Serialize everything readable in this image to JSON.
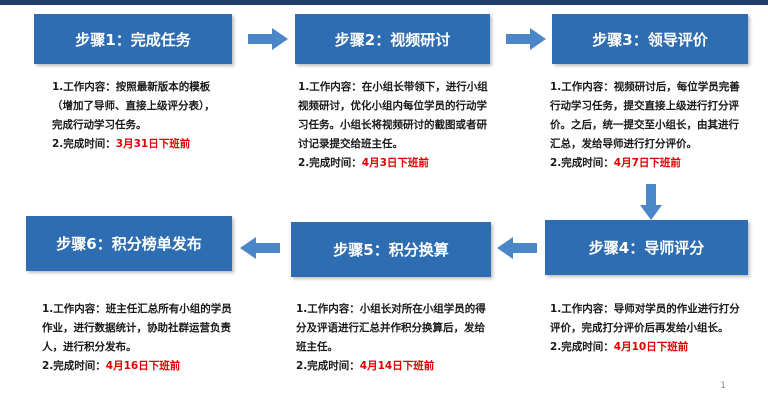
{
  "steps": [
    {
      "title": "步骤1：完成任务",
      "content": "1.工作内容：按照最新版本的模板（增加了导师、直接上级评分表），完成行动学习任务。",
      "time_label": "2.完成时间：",
      "deadline": "3月31日下班前"
    },
    {
      "title": "步骤2：视频研讨",
      "content": "1.工作内容：在小组长带领下，进行小组视频研讨，优化小组内每位学员的行动学习任务。小组长将视频研讨的截图或者研讨记录提交给班主任。",
      "time_label": "2.完成时间：",
      "deadline": "4月3日下班前"
    },
    {
      "title": "步骤3：领导评价",
      "content": "1.工作内容：视频研讨后，每位学员完善行动学习任务，提交直接上级进行打分评价。之后，统一提交至小组长，由其进行汇总，发给导师进行打分评价。",
      "time_label": "2.完成时间：",
      "deadline": "4月7日下班前"
    },
    {
      "title": "步骤4：导师评分",
      "content": "1.工作内容：导师对学员的作业进行打分评价，完成打分评价后再发给小组长。",
      "time_label": "2.完成时间：",
      "deadline": "4月10日下班前"
    },
    {
      "title": "步骤5：积分换算",
      "content": "1.工作内容：小组长对所在小组学员的得分及评语进行汇总并作积分换算后，发给班主任。",
      "time_label": "2.完成时间：",
      "deadline": "4月14日下班前"
    },
    {
      "title": "步骤6：积分榜单发布",
      "content": "1.工作内容：班主任汇总所有小组的学员作业，进行数据统计，协助社群运营负责人，进行积分发布。",
      "time_label": "2.完成时间：",
      "deadline": "4月16日下班前"
    }
  ],
  "page_number": "1",
  "colors": {
    "box": "#2e6db2",
    "arrow": "#4a86c8",
    "deadline": "#e00000",
    "topbar": "#1f3f6a"
  }
}
